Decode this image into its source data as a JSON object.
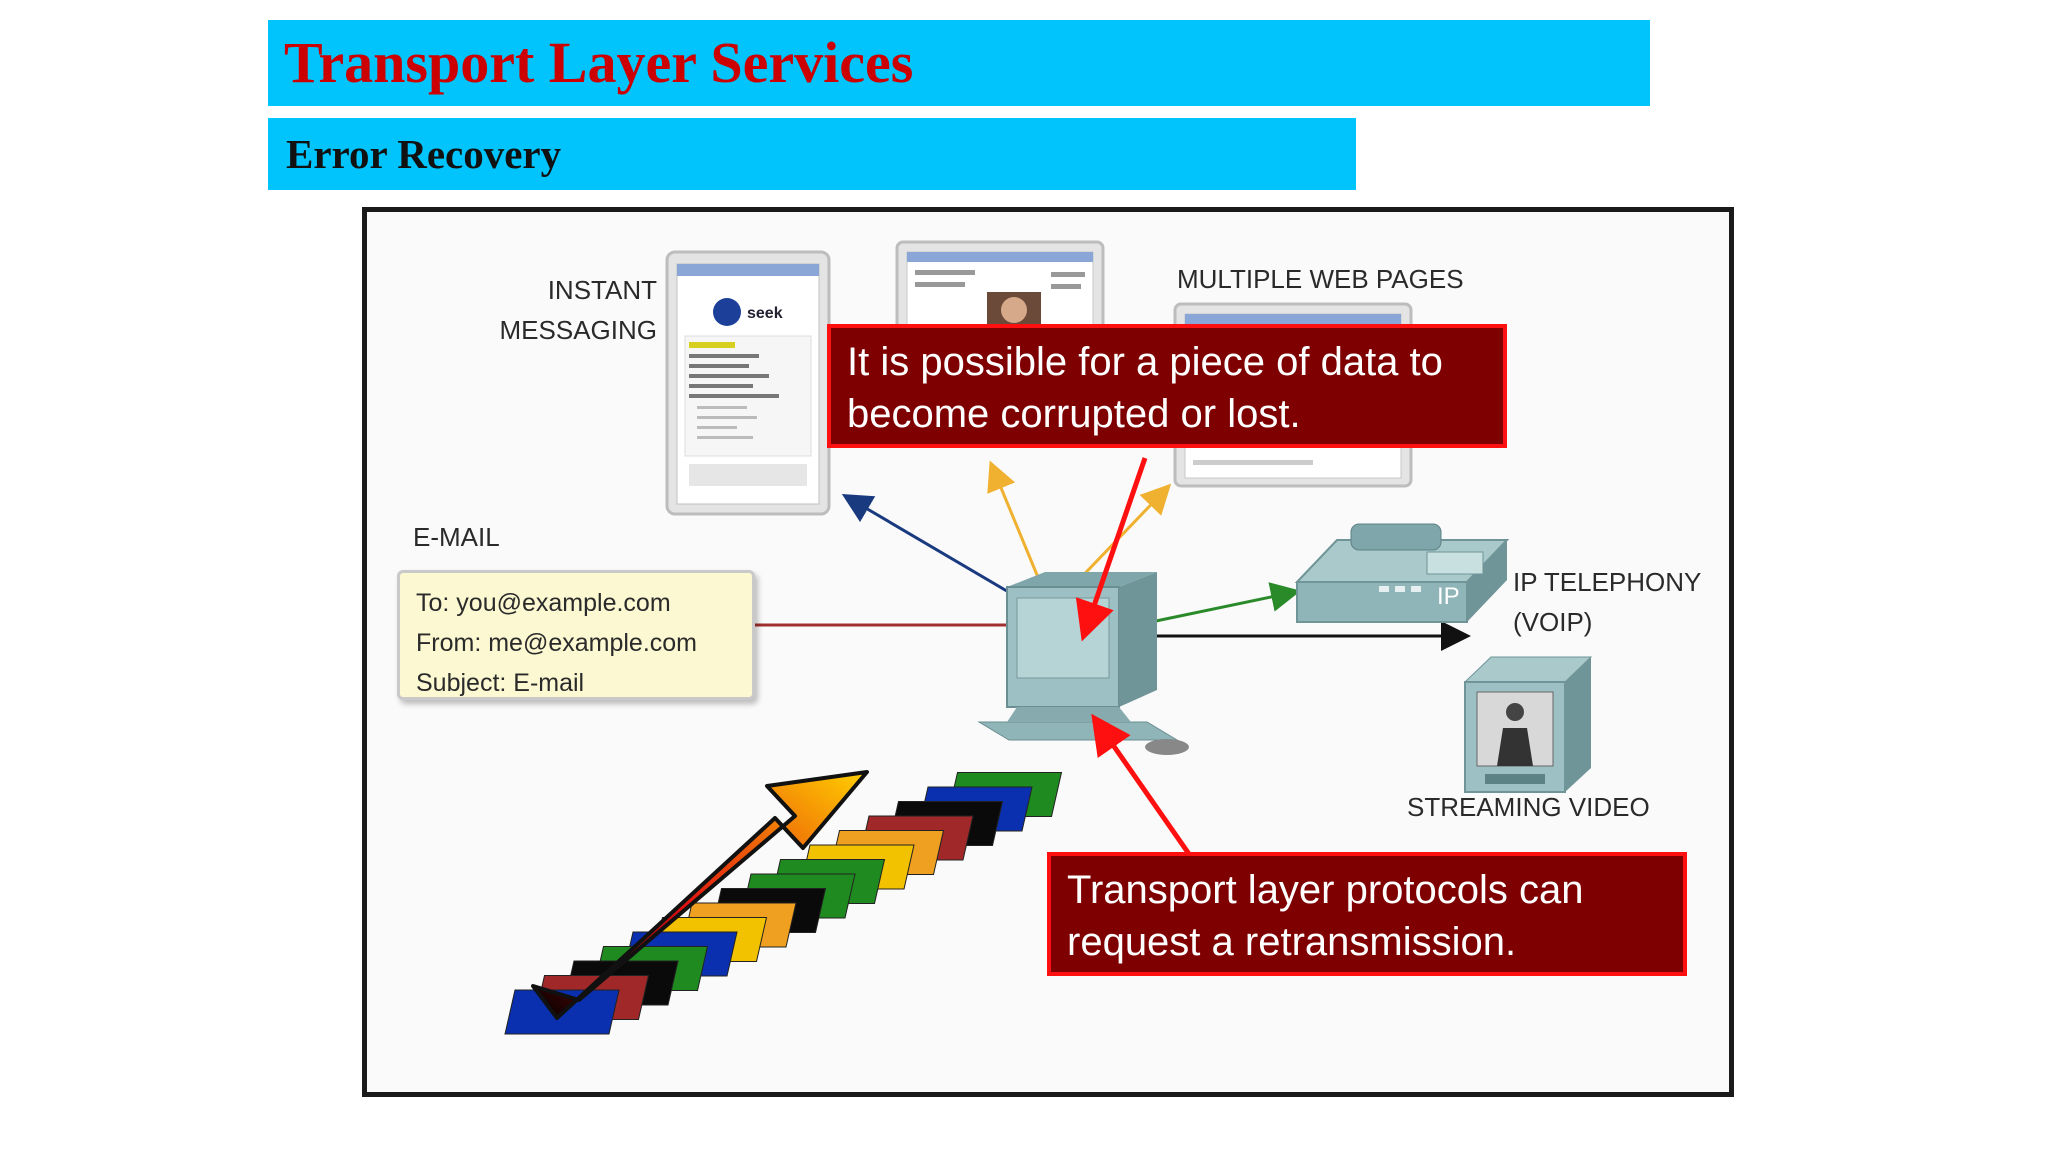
{
  "slide": {
    "title": "Transport Layer Services",
    "subtitle": "Error Recovery"
  },
  "diagram": {
    "labels": {
      "instant_messaging": "INSTANT\nMESSAGING",
      "multiple_web_pages": "MULTIPLE WEB PAGES",
      "email": "E-MAIL",
      "ip_telephony": "IP TELEPHONY\n(VOIP)",
      "streaming_video": "STREAMING VIDEO",
      "phone_badge": "IP",
      "im_window_logo": "seek"
    },
    "email_box": {
      "to": "To: you@example.com",
      "from": "From: me@example.com",
      "subject": "Subject: E-mail"
    },
    "callouts": {
      "corrupted": "It is possible for a piece of data to become corrupted or lost.",
      "retransmission": "Transport layer protocols can request a retransmission."
    },
    "colors": {
      "header_bg": "#00c4fb",
      "title_text": "#cc0000",
      "callout_bg": "#7f0000",
      "callout_border": "#ff1010",
      "arrow_email": "#a03030",
      "arrow_im": "#1a3a80",
      "arrow_web": "#f0b030",
      "arrow_voip": "#2a8a2a",
      "arrow_video": "#111111"
    },
    "segment_colors": [
      "#0a30b0",
      "#a02828",
      "#0a0a0a",
      "#1f8a1f",
      "#0a30b0",
      "#f2c200",
      "#f0a020",
      "#0a0a0a",
      "#1f8a1f",
      "#1f8a1f",
      "#f2c200",
      "#f0a020",
      "#a02828",
      "#0a0a0a",
      "#0a30b0",
      "#1f8a1f"
    ]
  }
}
